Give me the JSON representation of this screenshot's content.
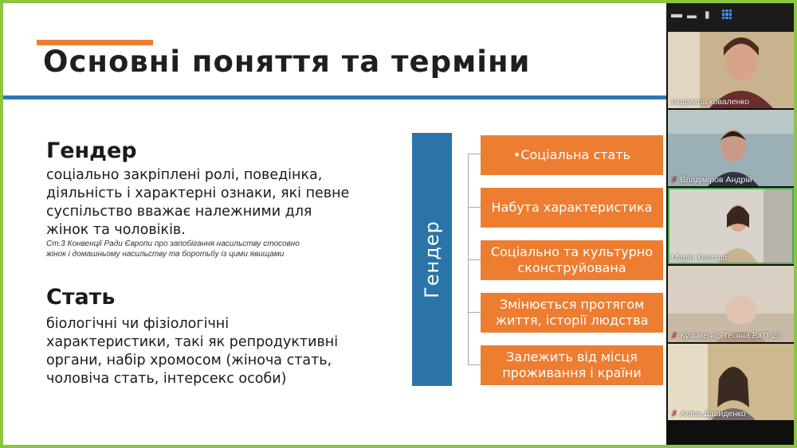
{
  "slide": {
    "title": "Основні поняття та терміни",
    "gender_heading": "Гендер",
    "gender_def": [
      "соціально закріплені ролі, поведінка,",
      "діяльність і характерні ознаки, які певне",
      "суспільство вважає належними для",
      "жінок та чоловіків."
    ],
    "gender_note": [
      "Ст.3 Конвенції Ради Європи про запобігання насильству стосовно",
      "жінок і домашньому насильству та боротьбу із цими явищами"
    ],
    "sex_heading": "Стать",
    "sex_def": [
      "біологічні чи фізіологічні",
      "характеристики, такі як  репродуктивні",
      "органи, набір хромосом (жіноча стать,",
      "чоловіча стать, інтерсекс особи)"
    ],
    "diagram": {
      "root": "Гендер",
      "items": [
        "•Соціальна стать",
        "Набута характеристика",
        "Соціально та культурно сконструйована",
        "Змінюється протягом життя, історії людства",
        "Залежить від місця проживання і країни"
      ]
    }
  },
  "meeting": {
    "toolbar_icons": [
      "minimize-icon",
      "layout-icon",
      "view-icon",
      "gallery-grid-icon"
    ],
    "participants": [
      {
        "name": "людмила коваленко",
        "muted": false
      },
      {
        "name": "Владіміров Андрій",
        "muted": true
      },
      {
        "name": "Марія Холоша",
        "muted": false
      },
      {
        "name": "Кузьменко Тетяна ВХП-20",
        "muted": true
      },
      {
        "name": "Аліса Давиденко",
        "muted": true
      }
    ]
  },
  "colors": {
    "accent": "#ed7d31",
    "blue": "#2a74a8",
    "frame": "#8cc63f"
  }
}
